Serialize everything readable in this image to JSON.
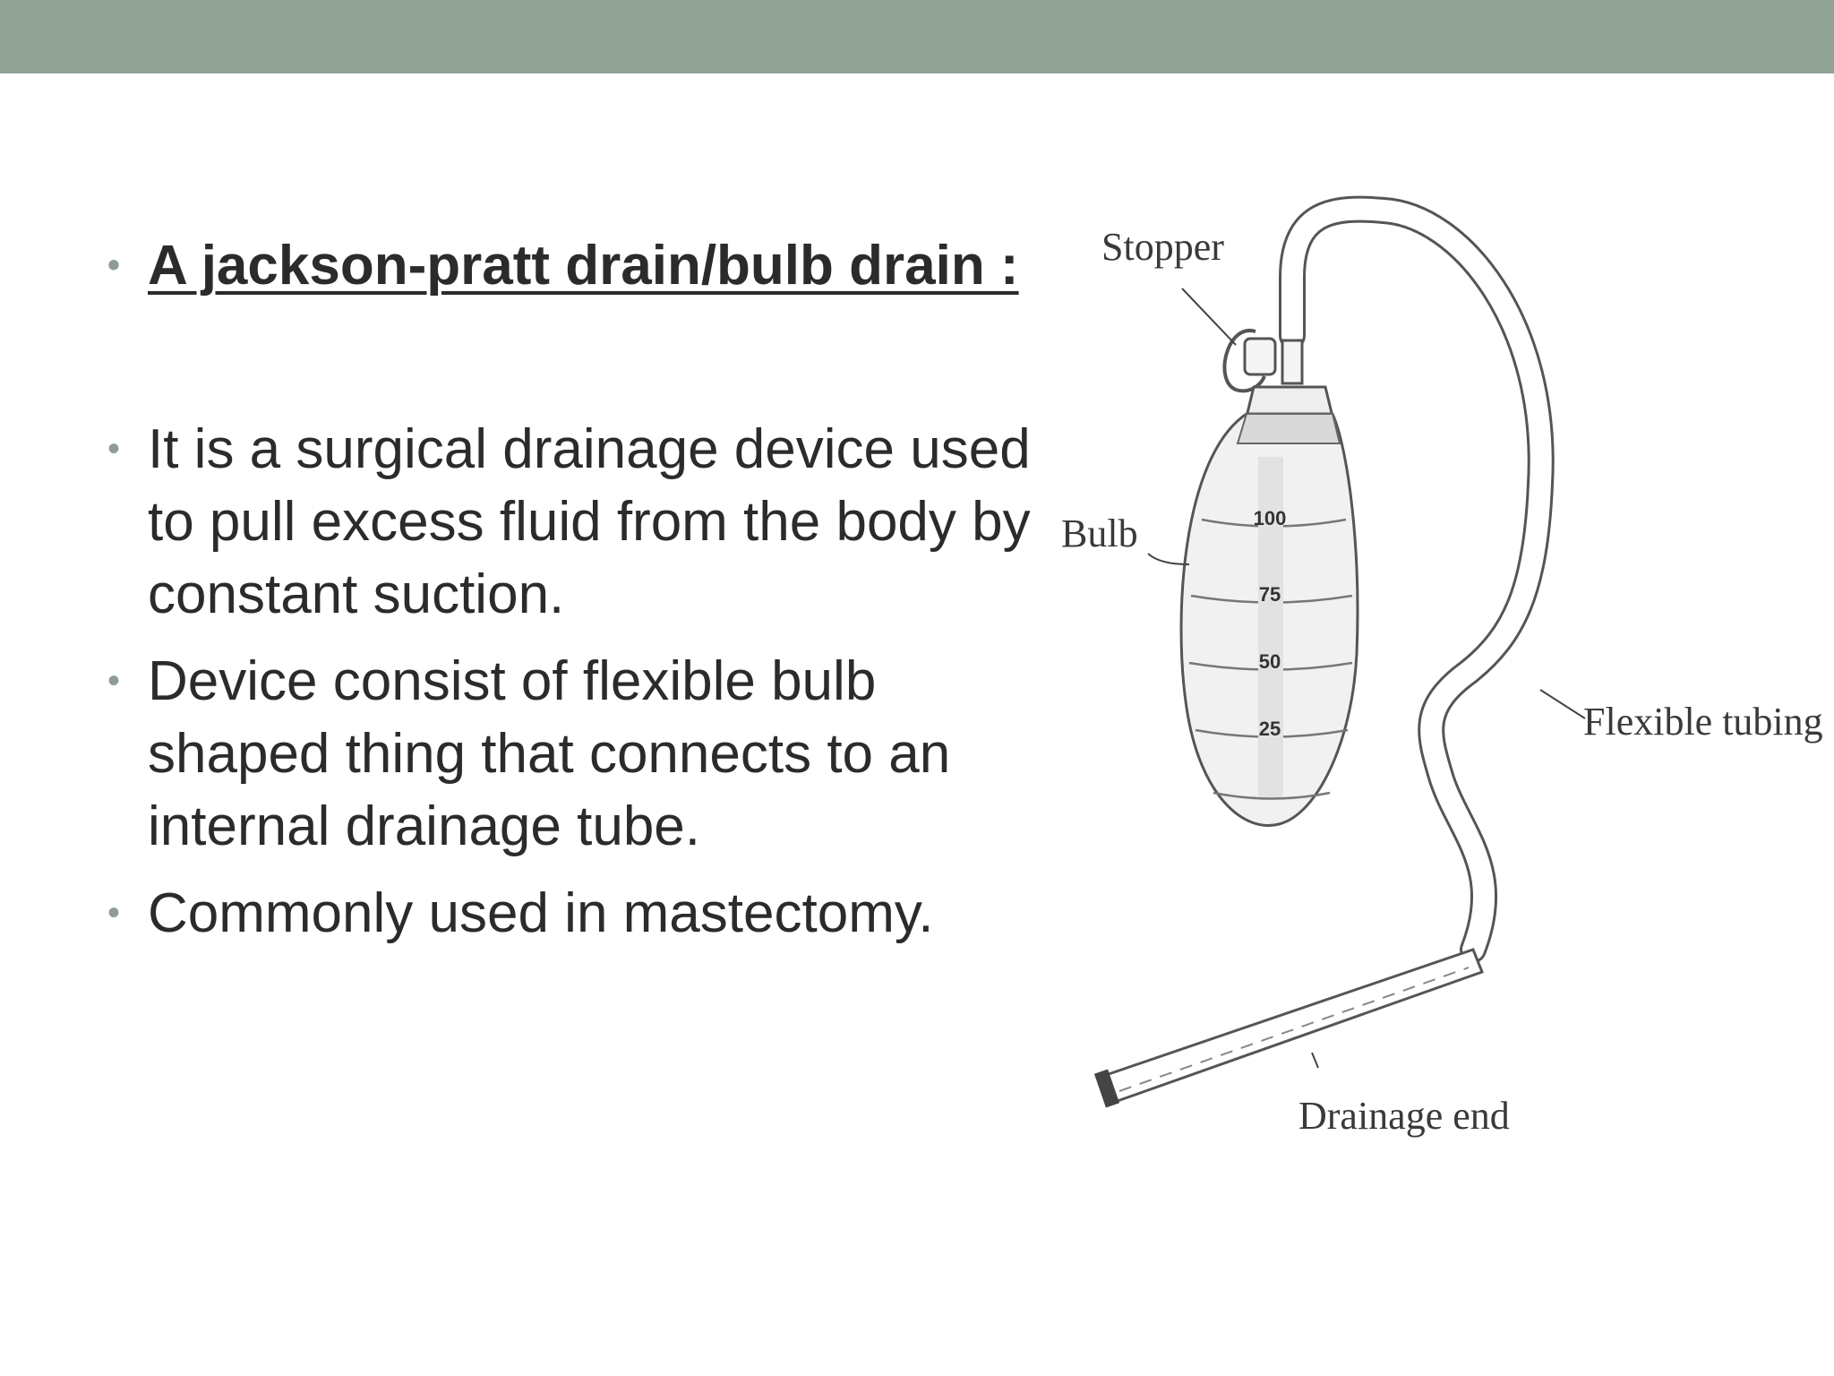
{
  "slide": {
    "header_bar_color": "#91a297",
    "bullets": [
      {
        "type": "heading",
        "text": "A jackson-pratt drain/bulb drain :"
      },
      {
        "type": "text",
        "text": "It is a surgical drainage device used to pull excess fluid from the body by constant suction."
      },
      {
        "type": "text",
        "text": "Device consist of flexible bulb shaped thing that connects to an internal drainage tube."
      },
      {
        "type": "text",
        "text": "Commonly used in mastectomy."
      }
    ]
  },
  "figure": {
    "labels": {
      "stopper": "Stopper",
      "bulb": "Bulb",
      "flexible_tubing": "Flexible tubing",
      "drainage_end": "Drainage end"
    },
    "scale_marks": [
      "100",
      "75",
      "50",
      "25"
    ]
  }
}
